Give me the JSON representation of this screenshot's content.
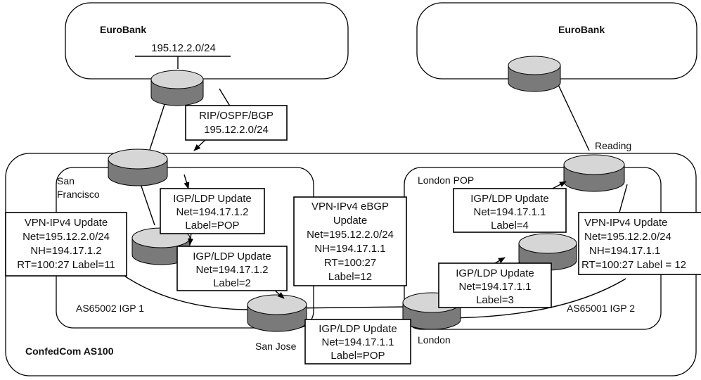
{
  "colors": {
    "router_top": "#d6d6d6",
    "router_side": "#7a7a7a",
    "ink": "#000000"
  },
  "left_site": {
    "name": "EuroBank",
    "subnet": "195.12.2.0/24"
  },
  "right_site": {
    "name": "EuroBank"
  },
  "provider": {
    "name": "ConfedCom AS100"
  },
  "sub_as_left": {
    "name": "AS65002 IGP 1"
  },
  "sub_as_right": {
    "name": "AS65001 IGP 2"
  },
  "pop_right": {
    "name": "London POP"
  },
  "routers": {
    "san_francisco": {
      "line1": "San",
      "line2": "Francisco"
    },
    "san_jose": "San Jose",
    "london": "London",
    "reading": "Reading"
  },
  "boxes": {
    "rip": [
      "RIP/OSPF/BGP",
      "195.12.2.0/24"
    ],
    "vpn_left": [
      "VPN-IPv4 Update",
      "Net=195.12.2.0/24",
      "NH=194.17.1.2",
      "RT=100:27 Label=11"
    ],
    "igp_sf": [
      "IGP/LDP Update",
      "Net=194.17.1.2",
      "Label=POP"
    ],
    "igp_mid_left": [
      "IGP/LDP Update",
      "Net=194.17.1.2",
      "Label=2"
    ],
    "vpn_center": [
      "VPN-IPv4 eBGP",
      "Update",
      "Net=195.12.2.0/24",
      "NH=194.17.1.1",
      "RT=100:27",
      "Label=12"
    ],
    "igp_bottom": [
      "IGP/LDP Update",
      "Net=194.17.1.1",
      "Label=POP"
    ],
    "igp_london": [
      "IGP/LDP Update",
      "Net=194.17.1.1",
      "Label=3"
    ],
    "igp_reading": [
      "IGP/LDP Update",
      "Net=194.17.1.1",
      "Label=4"
    ],
    "vpn_right": [
      "VPN-IPv4 Update",
      "Net=195.12.2.0/24",
      "NH=194.17.1.1",
      "RT=100:27 Label = 12"
    ]
  }
}
